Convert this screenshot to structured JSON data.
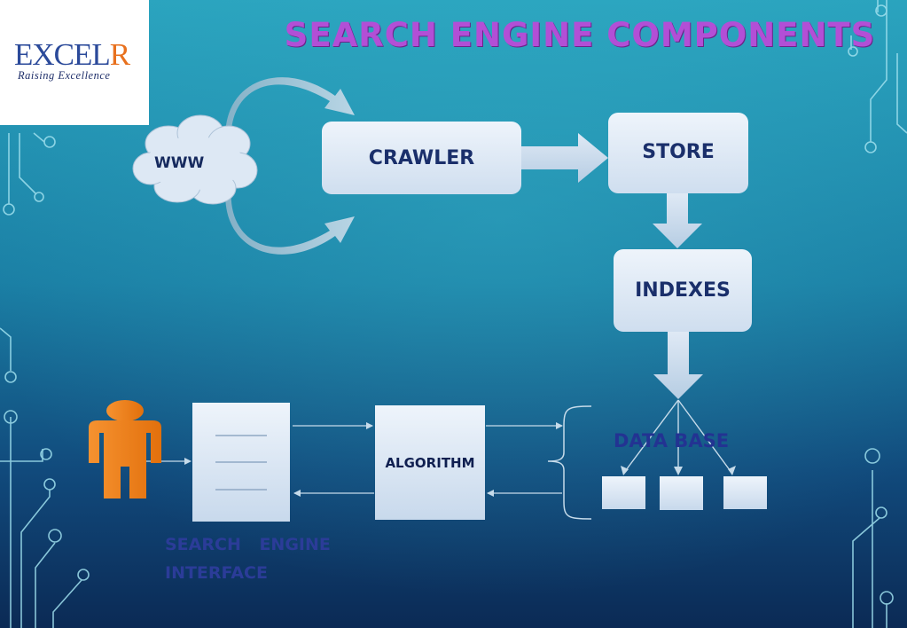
{
  "slide": {
    "title": "SEARCH ENGINE COMPONENTS",
    "background_top": "#2aa0bb",
    "background_bottom": "#0b2a55"
  },
  "logo": {
    "brand_main": "EXCEL",
    "brand_accent": "R",
    "tagline": "Raising Excellence",
    "brand_color": "#2b4a9a",
    "accent_color": "#e8711e"
  },
  "diagram": {
    "nodes": {
      "www": "WWW",
      "crawler": "CRAWLER",
      "store": "STORE",
      "indexes": "INDEXES",
      "algorithm": "ALGORITHM",
      "database": "DATA BASE",
      "interface_line1": "SEARCH ENGINE",
      "interface_line2": "INTERFACE"
    },
    "user_icon": "person-icon",
    "user_color": "#f07f12"
  }
}
